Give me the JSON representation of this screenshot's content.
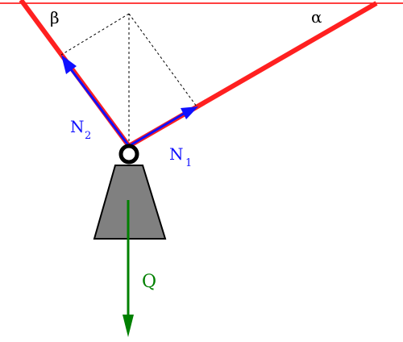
{
  "labels": {
    "beta": "β",
    "alpha": "α",
    "n2_main": "N",
    "n2_sub": "2",
    "n1_main": "N",
    "n1_sub": "1",
    "q": "Q"
  },
  "colors": {
    "ceiling": "#ff0000",
    "rope": "#ff2020",
    "force_vector": "#1010ff",
    "weight_vector": "#008000",
    "weight_body": "#808080",
    "outline": "#000000",
    "construction": "#000000",
    "greek_label": "#000000"
  }
}
